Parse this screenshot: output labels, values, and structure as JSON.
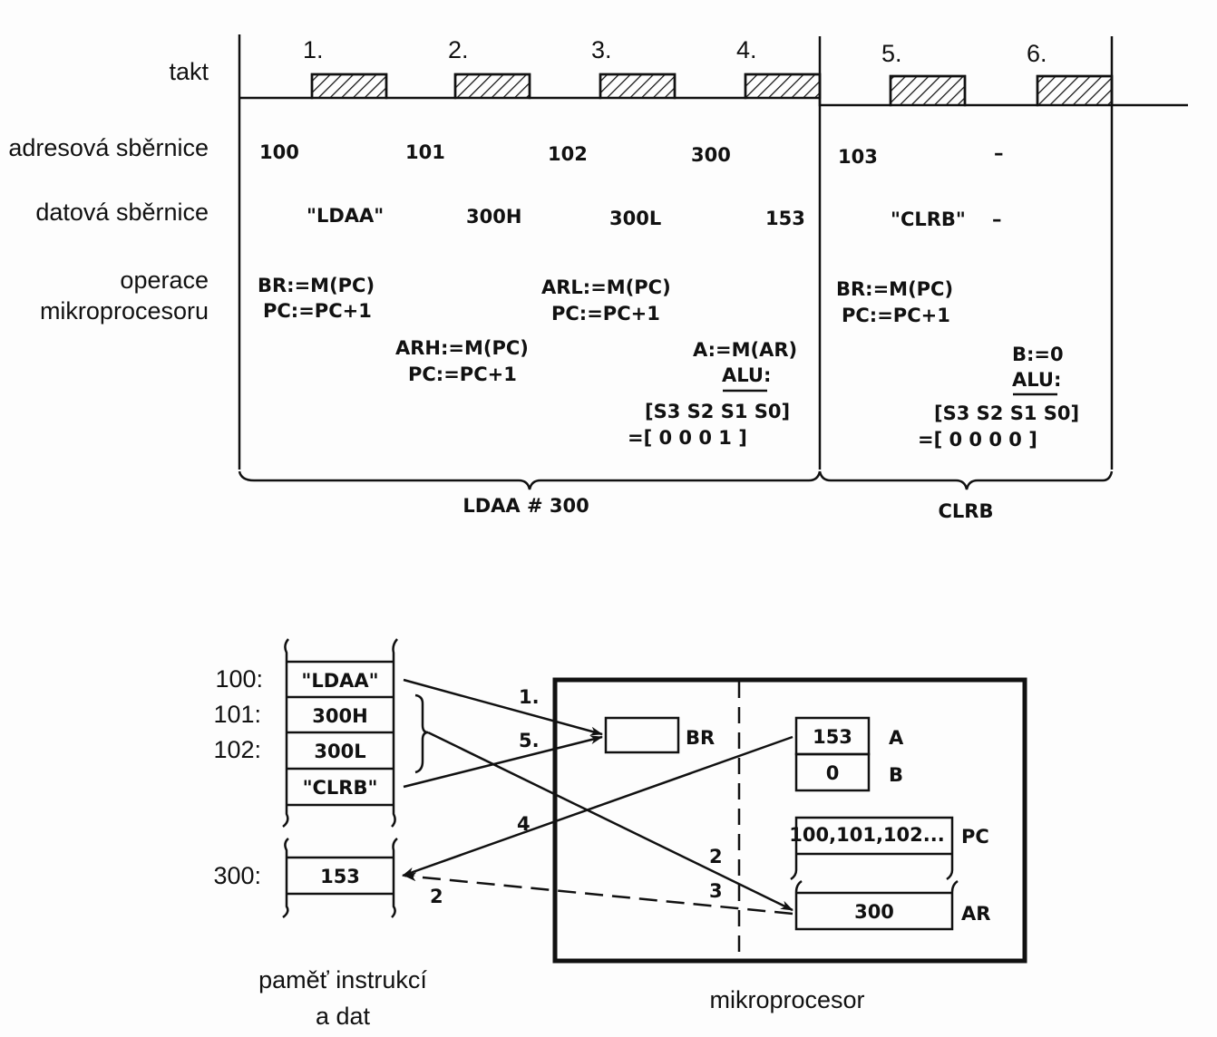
{
  "timing": {
    "row_labels": {
      "clock": "takt",
      "address_bus": "adresová sběrnice",
      "data_bus": "datová sběrnice",
      "operations_1": "operace",
      "operations_2": "mikroprocesoru"
    },
    "cycles": [
      "1.",
      "2.",
      "3.",
      "4.",
      "5.",
      "6."
    ],
    "address_values": [
      "100",
      "101",
      "102",
      "300",
      "103",
      "–"
    ],
    "data_values": [
      "\"LDAA\"",
      "300H",
      "300L",
      "153",
      "\"CLRB\"",
      "–"
    ],
    "operations": {
      "c1_a": "BR:=M(PC)",
      "c1_b": "PC:=PC+1",
      "c2_a": "ARH:=M(PC)",
      "c2_b": "PC:=PC+1",
      "c3_a": "ARL:=M(PC)",
      "c3_b": "PC:=PC+1",
      "c4_a": "A:=M(AR)",
      "c4_alu": "ALU:",
      "c4_s": "[S3  S2  S1  S0]",
      "c4_v": "=[ 0    0    0    1 ]",
      "c5_a": "BR:=M(PC)",
      "c5_b": "PC:=PC+1",
      "c6_a": "B:=0",
      "c6_alu": "ALU:",
      "c6_s": "[S3  S2  S1  S0]",
      "c6_v": "=[ 0    0    0    0 ]"
    },
    "instructions": [
      "LDAA # 300",
      "CLRB"
    ]
  },
  "memory": {
    "addresses": [
      "100:",
      "101:",
      "102:",
      "300:"
    ],
    "cells": [
      "\"LDAA\"",
      "300H",
      "300L",
      "\"CLRB\"",
      "153"
    ],
    "caption_1": "paměť instrukcí",
    "caption_2": "a dat"
  },
  "cpu": {
    "caption": "mikroprocesor",
    "registers": {
      "BR": {
        "label": "BR",
        "value": ""
      },
      "A": {
        "label": "A",
        "value": "153"
      },
      "B": {
        "label": "B",
        "value": "0"
      },
      "PC": {
        "label": "PC",
        "value": "100,101,102..."
      },
      "AR": {
        "label": "AR",
        "value": "300"
      }
    }
  },
  "arrow_labels": [
    "1.",
    "5.",
    "4",
    "2",
    "3",
    "2"
  ]
}
